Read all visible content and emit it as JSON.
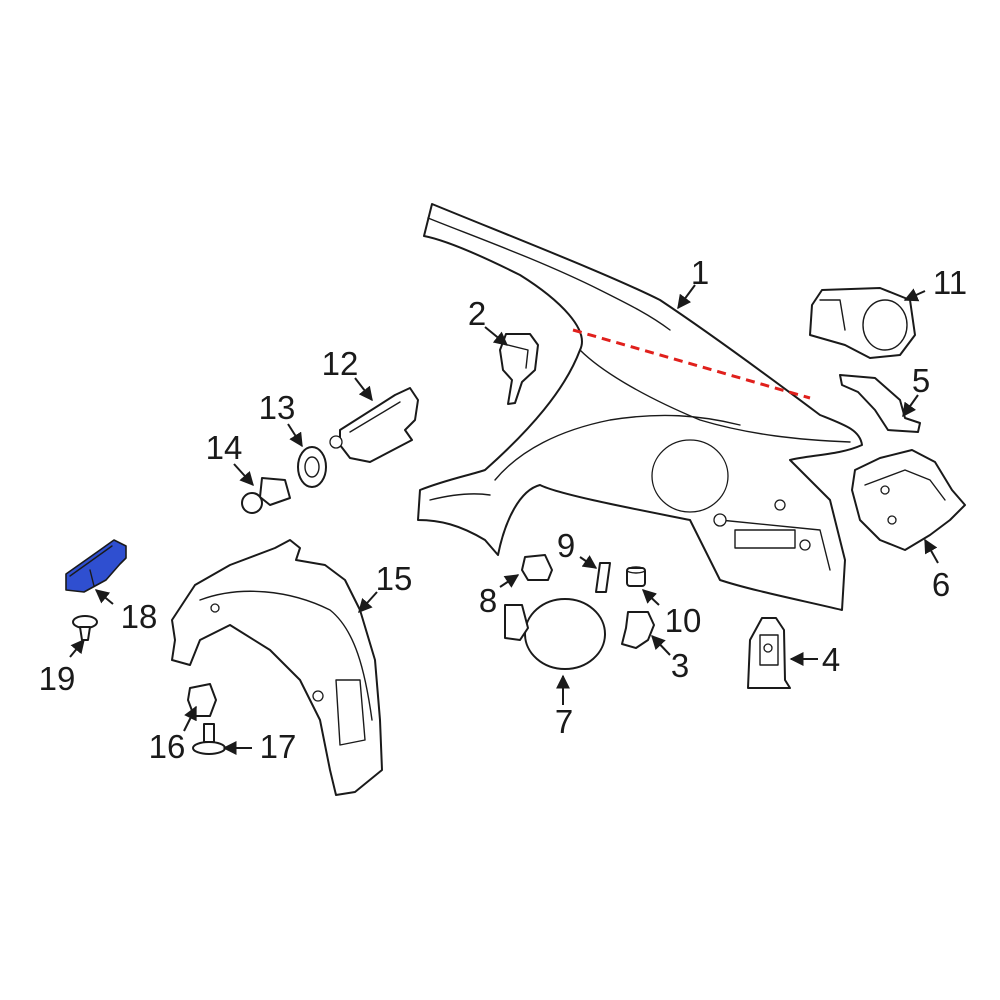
{
  "diagram": {
    "highlight_color": "#2f4fd0",
    "cut_line_color": "#e0201c",
    "line_color": "#1a1a1a",
    "callouts": [
      {
        "label": "1"
      },
      {
        "label": "2"
      },
      {
        "label": "3"
      },
      {
        "label": "4"
      },
      {
        "label": "5"
      },
      {
        "label": "6"
      },
      {
        "label": "7"
      },
      {
        "label": "8"
      },
      {
        "label": "9"
      },
      {
        "label": "10"
      },
      {
        "label": "11"
      },
      {
        "label": "12"
      },
      {
        "label": "13"
      },
      {
        "label": "14"
      },
      {
        "label": "15"
      },
      {
        "label": "16"
      },
      {
        "label": "17"
      },
      {
        "label": "18"
      },
      {
        "label": "19"
      }
    ],
    "highlighted_part": "18"
  }
}
